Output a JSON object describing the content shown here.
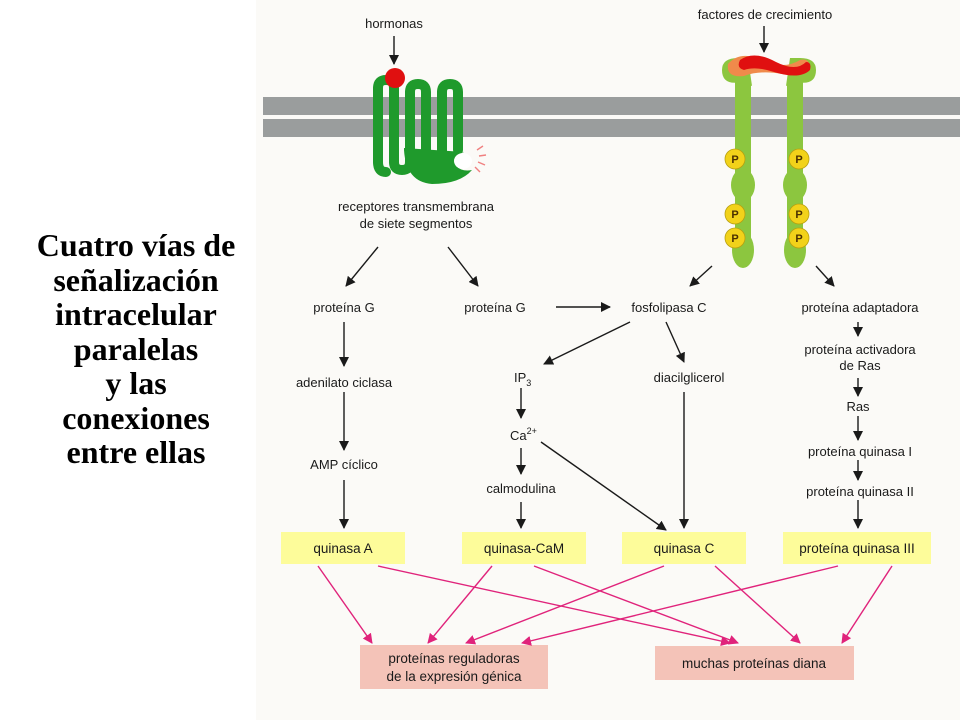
{
  "title_lines": [
    "Cuatro vías de",
    "señalización",
    "intracelular",
    "paralelas",
    "y las",
    "conexiones",
    "entre ellas"
  ],
  "labels": {
    "hormonas": "hormonas",
    "factores": "factores de crecimiento",
    "receptores_1": "receptores transmembrana",
    "receptores_2": "de siete segmentos",
    "proteina_g_1": "proteína G",
    "proteina_g_2": "proteína G",
    "fosfolipasa": "fosfolipasa C",
    "proteina_adaptadora": "proteína adaptadora",
    "adenilato": "adenilato ciclasa",
    "ip3_main": "IP",
    "ip3_sub": "3",
    "diacilglicerol": "diacilglicerol",
    "activadora_1": "proteína activadora",
    "activadora_2": "de Ras",
    "ras": "Ras",
    "ca_main": "Ca",
    "ca_sup": "2+",
    "quinasa_i": "proteína quinasa I",
    "amp": "AMP cíclico",
    "calmodulina": "calmodulina",
    "quinasa_ii": "proteína quinasa II",
    "quinasa_a": "quinasa A",
    "quinasa_cam": "quinasa-CaM",
    "quinasa_c": "quinasa C",
    "quinasa_iii": "proteína quinasa III",
    "reguladoras_1": "proteínas reguladoras",
    "reguladoras_2": "de la expresión génica",
    "diana": "muchas proteínas diana",
    "p": "P"
  },
  "colors": {
    "membrane": "#9a9d9d",
    "receptor_dark": "#1f9a2c",
    "receptor_light": "#8cc63f",
    "hormone": "#e01010",
    "phosphate": "#f2d21a",
    "growth_factor": "#e01010",
    "growth_factor_2": "#f08a4b",
    "kinase_box": "#fdfc9a",
    "target_box": "#f4c3b8",
    "magenta_arrow": "#e0237b",
    "black_arrow": "#1a1a1a",
    "ligand_sparks": "#f08080"
  },
  "icons": [
    "hormone-ball",
    "seven-pass-receptor",
    "receptor-tyrosine-kinase-dimer",
    "phosphate-group",
    "growth-factor-ligand"
  ]
}
